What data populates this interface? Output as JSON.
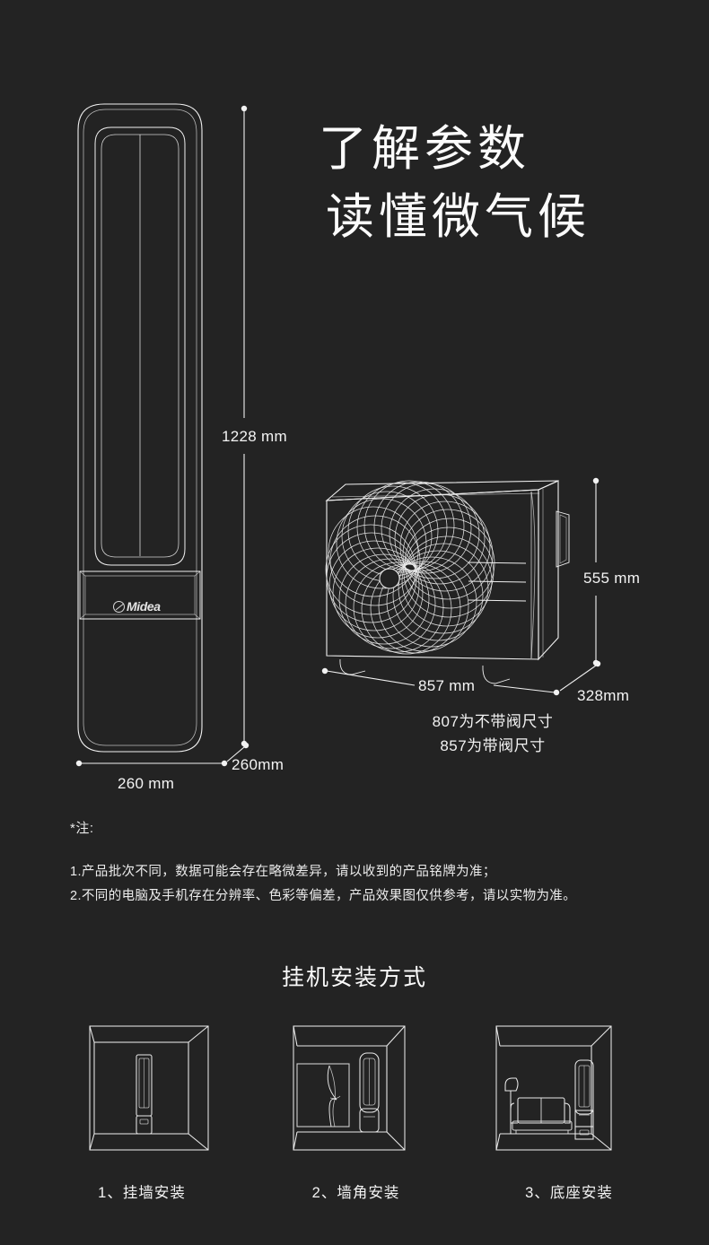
{
  "theme": {
    "background": "#232323",
    "line_color": "#f2f2f2",
    "text_color": "#f2f2f2"
  },
  "title": {
    "line1": "了解参数",
    "line2": "读懂微气候"
  },
  "indoor_unit": {
    "brand_logo_text": "Midea",
    "brand_logo_mark": "midea-circle-icon",
    "dimensions": {
      "height": "1228 mm",
      "width": "260 mm",
      "depth": "260mm"
    }
  },
  "outdoor_unit": {
    "dimensions": {
      "height": "555 mm",
      "width": "857 mm",
      "depth": "328mm"
    },
    "valve_note_line1": "807为不带阀尺寸",
    "valve_note_line2": "857为带阀尺寸"
  },
  "footnote": {
    "heading": "*注:",
    "lines": [
      "1.产品批次不同，数据可能会存在略微差异，请以收到的产品铭牌为准；",
      "2.不同的电脑及手机存在分辨率、色彩等偏差，产品效果图仅供参考，请以实物为准。"
    ]
  },
  "install": {
    "heading": "挂机安装方式",
    "items": [
      {
        "caption": "1、挂墙安装",
        "figure": "room-wall-mount-icon"
      },
      {
        "caption": "2、墙角安装",
        "figure": "room-corner-mount-icon"
      },
      {
        "caption": "3、底座安装",
        "figure": "room-base-mount-icon"
      }
    ]
  }
}
